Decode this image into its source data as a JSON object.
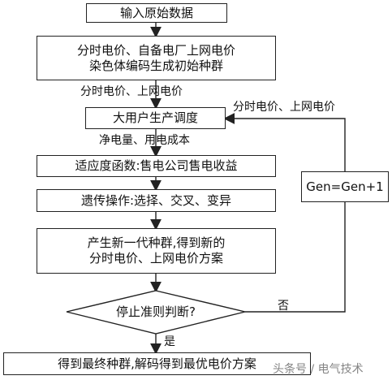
{
  "flowchart": {
    "steps": {
      "input": "输入原始数据",
      "init": "分时电价、自备电厂上网电价\n染色体编码生成初始种群",
      "dispatch": "大用户生产调度",
      "fitness": "适应度函数:售电公司售电收益",
      "genetic": "遗传操作:选择、交叉、变异",
      "new_gen": "产生新一代种群,得到新的\n分时电价、上网电价方案",
      "decision": "停止准则判断?",
      "output": "得到最终种群,解码得到最优电价方案",
      "counter": "Gen=Gen+1"
    },
    "edge_labels": {
      "prices_down": "分时电价、上网电价",
      "prices_loop": "分时电价、上网电价",
      "energy_cost": "净电量、用电成本",
      "no": "否",
      "yes": "是"
    }
  },
  "watermark": "头条号 / 电气技术"
}
